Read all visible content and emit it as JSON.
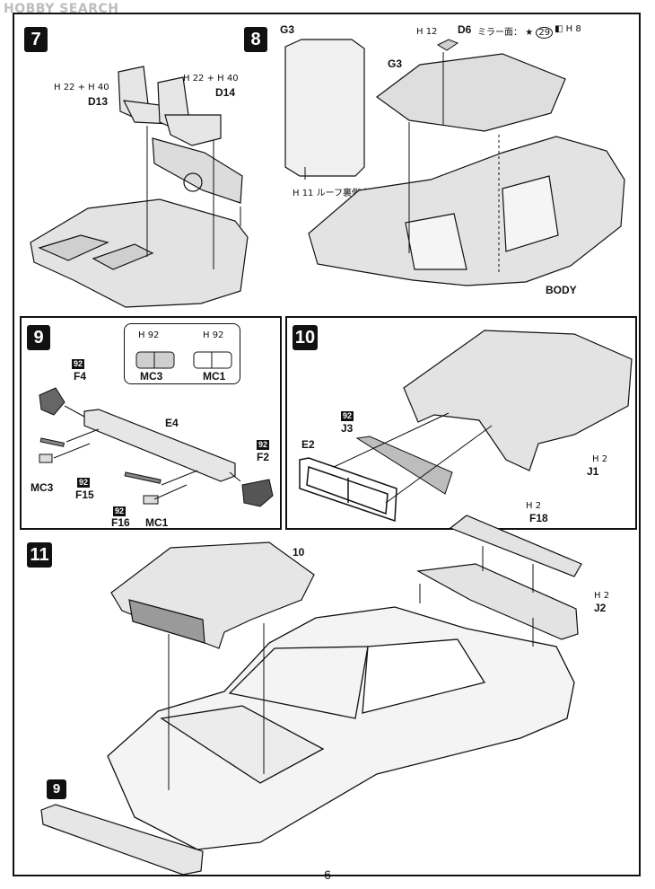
{
  "watermark": "HOBBY SEARCH",
  "page_number": "6",
  "paint_badge": "92",
  "step7": {
    "number": "7",
    "d13_paint": "H 22 + H 40",
    "d13": "D13",
    "d14_paint": "H 22 + H 40",
    "d14": "D14"
  },
  "step8": {
    "number": "8",
    "g3_top": "G3",
    "d6_paint": "H 12",
    "d6": "D6",
    "mirror": "ミラー面：",
    "mirror_num": "29",
    "h8": "H 8",
    "g3": "G3",
    "roof_note_paint": "H 11",
    "roof_note": "ルーフ裏側内貼り",
    "body": "BODY"
  },
  "step9": {
    "number": "9",
    "inset_left_paint": "H 92",
    "inset_left": "MC3",
    "inset_right_paint": "H 92",
    "inset_right": "MC1",
    "f4": "F4",
    "e4": "E4",
    "mc3": "MC3",
    "f15": "F15",
    "f16": "F16",
    "mc1": "MC1",
    "f2": "F2"
  },
  "step10": {
    "number": "10",
    "j3": "J3",
    "e2": "E2",
    "j1_paint": "H 2",
    "j1": "J1"
  },
  "step11": {
    "number": "11",
    "ref10": "10",
    "ref9": "9",
    "f18_paint": "H 2",
    "f18": "F18",
    "j2_paint": "H 2",
    "j2": "J2"
  }
}
